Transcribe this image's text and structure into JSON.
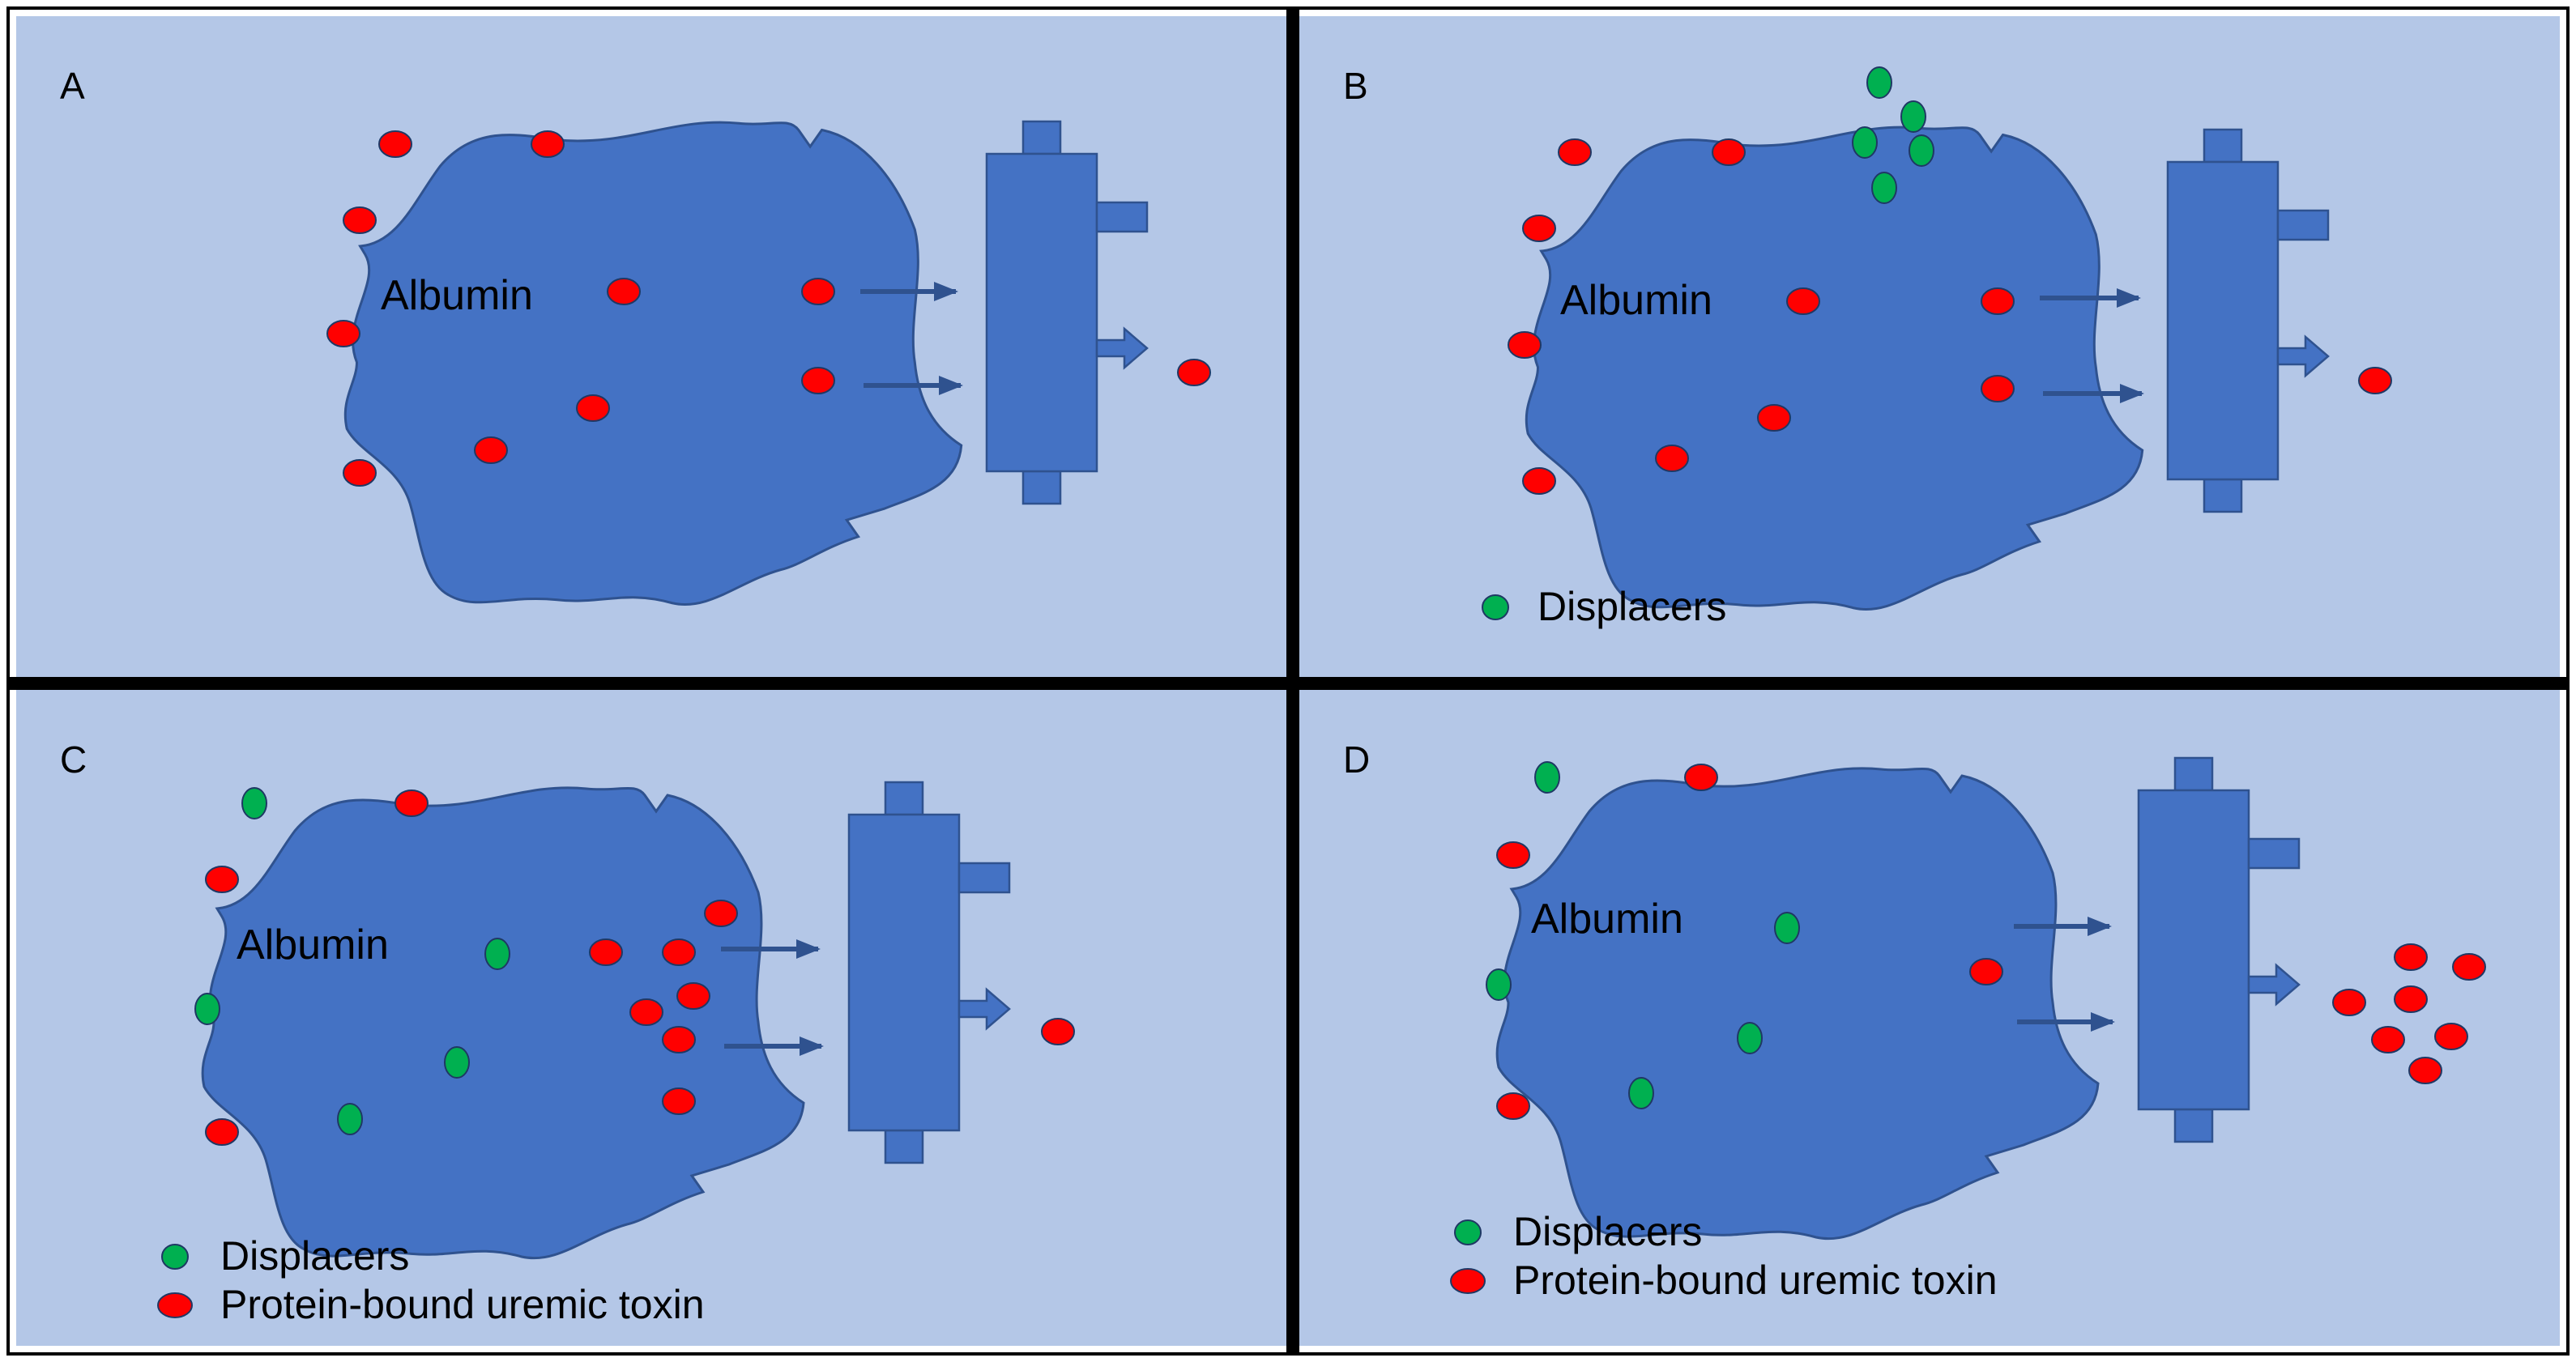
{
  "colors": {
    "panel_bg": "#b4c7e7",
    "border": "#000000",
    "albumin": "#4472c4",
    "albumin_edge": "#2f528f",
    "dialyzer": "#4472c4",
    "dialyzer_edge": "#2f528f",
    "toxin": "#ff0000",
    "toxin_edge": "#1f3864",
    "displacer": "#00b050",
    "displacer_edge": "#1f3864",
    "arrow": "#2f528f",
    "text": "#000000"
  },
  "icons": {
    "albumin": "albumin-blob-icon",
    "dialyzer": "dialyzer-icon",
    "toxin": "toxin-oval-icon",
    "displacer": "displacer-oval-icon",
    "flow_arrow": "flow-arrow-icon",
    "outlet_arrow": "block-arrow-icon"
  },
  "panels": [
    {
      "id": "A",
      "letter": "A",
      "albumin_label": "Albumin",
      "legend": []
    },
    {
      "id": "B",
      "letter": "B",
      "albumin_label": "Albumin",
      "legend": [
        {
          "kind": "displacer",
          "label": "Displacers"
        }
      ]
    },
    {
      "id": "C",
      "letter": "C",
      "albumin_label": "Albumin",
      "legend": [
        {
          "kind": "displacer",
          "label": "Displacers"
        },
        {
          "kind": "toxin",
          "label": "Protein-bound uremic toxin"
        }
      ]
    },
    {
      "id": "D",
      "letter": "D",
      "albumin_label": "Albumin",
      "legend": [
        {
          "kind": "displacer",
          "label": "Displacers"
        },
        {
          "kind": "toxin",
          "label": "Protein-bound uremic toxin"
        }
      ]
    }
  ]
}
